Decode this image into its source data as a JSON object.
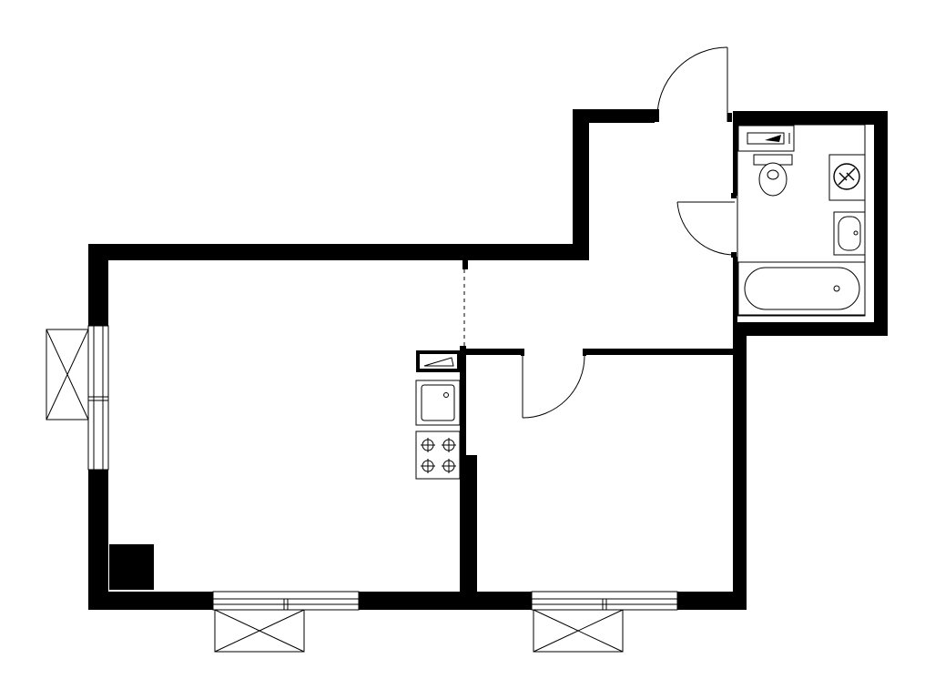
{
  "plan": {
    "colors": {
      "wall": "#000000",
      "background": "#ffffff",
      "line": "#000000"
    },
    "rooms": [
      {
        "id": "living-kitchen",
        "fixtures": [
          "sink-icon",
          "cooktop-icon",
          "fridge-icon",
          "riser-block"
        ]
      },
      {
        "id": "bedroom",
        "fixtures": []
      },
      {
        "id": "hallway",
        "fixtures": []
      },
      {
        "id": "bathroom",
        "fixtures": [
          "toilet-icon",
          "washing-machine-icon",
          "washbasin-icon",
          "bathtub-icon",
          "cistern-icon"
        ]
      }
    ],
    "doors": [
      "entrance-door",
      "bathroom-door",
      "bedroom-door"
    ],
    "windows": [
      "living-west-window",
      "living-south-window",
      "bedroom-south-window"
    ]
  }
}
